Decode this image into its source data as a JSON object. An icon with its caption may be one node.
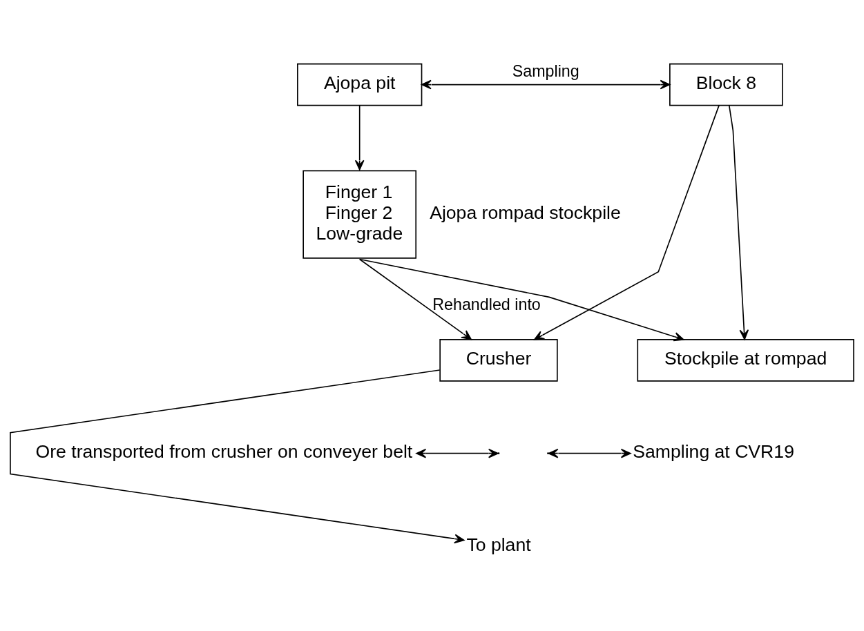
{
  "diagram": {
    "nodes": [
      {
        "text": [
          "Ajopa pit"
        ]
      },
      {
        "text": [
          "Block 8"
        ]
      },
      {
        "text": [
          "Finger 1",
          "Finger 2",
          "Low-grade"
        ],
        "beside": [
          "Ajopa rompad stockpile"
        ]
      },
      {
        "text": [
          "Stockpile at rompad"
        ]
      },
      {
        "text": [
          "Crusher"
        ]
      },
      {
        "text": [
          "To plant"
        ]
      },
      {
        "text": [
          "Ore transported from crusher on conveyer belt"
        ]
      },
      {
        "text": [
          "Sampling at CVR19"
        ]
      }
    ],
    "edges": [
      {
        "from": 0,
        "to": 1,
        "arrow": "both",
        "label": "Sampling"
      },
      {
        "from": 0,
        "to": 2,
        "arrow": "to"
      },
      {
        "from": 2,
        "to": 3,
        "arrow": "to"
      },
      {
        "from": 2,
        "to": 4,
        "arrow": "to",
        "label": "Rehandled into"
      },
      {
        "from": 1,
        "to": 3,
        "arrow": "to"
      },
      {
        "from": 1,
        "to": 4,
        "arrow": "to"
      },
      {
        "from": 4,
        "to": 5,
        "arrow": "to"
      },
      {
        "from": null,
        "to": 6,
        "arrow": "both"
      },
      {
        "from": null,
        "to": 7,
        "arrow": "both"
      }
    ]
  }
}
